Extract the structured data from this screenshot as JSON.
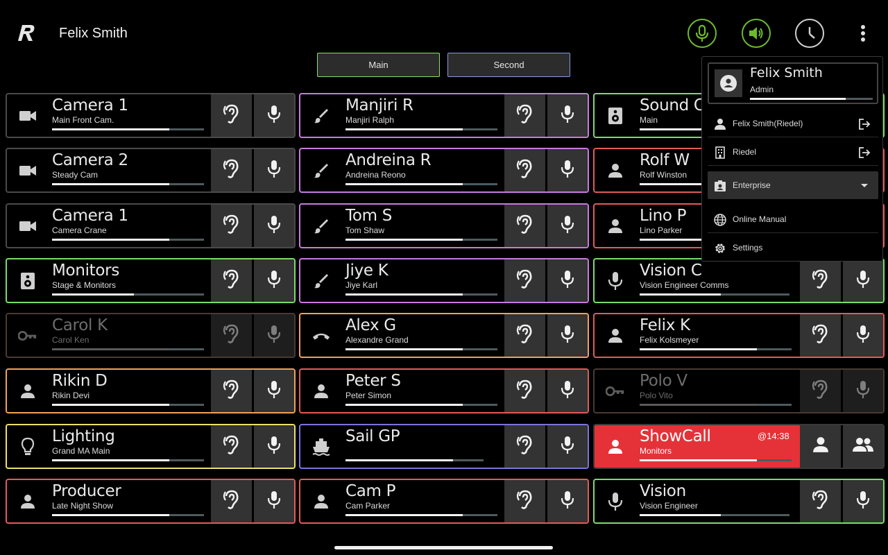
{
  "header": {
    "user_name": "Felix Smith",
    "icons": [
      "riedel-logo-icon",
      "microphone-icon",
      "speaker-icon",
      "clock-icon",
      "more-vert-icon"
    ]
  },
  "tabs": [
    {
      "label": "Main",
      "active": true
    },
    {
      "label": "Second",
      "active": false
    }
  ],
  "keys": [
    {
      "label": "Camera 1",
      "sub": "Main Front Cam.",
      "icon": "videocam-icon",
      "border": "#4a4a4a",
      "level": 0.77
    },
    {
      "label": "Camera 2",
      "sub": "Steady Cam",
      "icon": "videocam-icon",
      "border": "#4a4a4a",
      "level": 0.77
    },
    {
      "label": "Camera 1",
      "sub": "Camera Crane",
      "icon": "videocam-icon",
      "border": "#4a4a4a",
      "level": 0.77
    },
    {
      "label": "Monitors",
      "sub": "Stage & Monitors",
      "icon": "speaker-icon",
      "border": "#79dd6a",
      "level": 0.54
    },
    {
      "label": "Carol K",
      "sub": "Carol Ken",
      "icon": "key-icon",
      "border": "#4a3a34",
      "level": 0.77,
      "dim": true
    },
    {
      "label": "Rikin D",
      "sub": "Rikin Devi",
      "icon": "person-icon",
      "border": "#f0a25a",
      "level": 0.77
    },
    {
      "label": "Lighting",
      "sub": "Grand MA Main",
      "icon": "lightbulb-icon",
      "border": "#eee06a",
      "level": 0.77
    },
    {
      "label": "Producer",
      "sub": "Late Night Show",
      "icon": "person-icon",
      "border": "#e35a5a",
      "level": 0.77
    },
    {
      "label": "Manjiri R",
      "sub": "Manjiri Ralph",
      "icon": "brush-icon",
      "border": "#c97ae0",
      "level": 0.77
    },
    {
      "label": "Andreina R",
      "sub": "Andreina Reono",
      "icon": "brush-icon",
      "border": "#c97ae0",
      "level": 0.77
    },
    {
      "label": "Tom S",
      "sub": "Tom Shaw",
      "icon": "brush-icon",
      "border": "#c97ae0",
      "level": 0.77
    },
    {
      "label": "Jiye K",
      "sub": "Jiye Karl",
      "icon": "brush-icon",
      "border": "#c97ae0",
      "level": 0.77
    },
    {
      "label": "Alex G",
      "sub": "Alexandre Grand",
      "icon": "phone-icon",
      "border": "#f0a25a",
      "level": 0.77
    },
    {
      "label": "Peter S",
      "sub": "Peter Simon",
      "icon": "person-icon",
      "border": "#e35a5a",
      "level": 0.77
    },
    {
      "label": "Sail GP",
      "sub": "",
      "icon": "boat-icon",
      "border": "#7b74e0",
      "level": 0.78
    },
    {
      "label": "Cam P",
      "sub": "Cam Parker",
      "icon": "person-icon",
      "border": "#e35a5a",
      "level": 0.77
    },
    {
      "label": "Sound Cr",
      "sub": "Main",
      "icon": "speaker-icon",
      "border": "#79dd6a",
      "level": 0.77
    },
    {
      "label": "Rolf W",
      "sub": "Rolf Winston",
      "icon": "person-icon",
      "border": "#e35a5a",
      "level": 0.77
    },
    {
      "label": "Lino P",
      "sub": "Lino Parker",
      "icon": "person-icon",
      "border": "#e35a5a",
      "level": 0.77
    },
    {
      "label": "Vision C",
      "sub": "Vision Engineer Comms",
      "icon": "microphone-icon",
      "border": "#79dd6a",
      "level": 0.54
    },
    {
      "label": "Felix K",
      "sub": "Felix Kolsmeyer",
      "icon": "person-icon",
      "border": "#e35a5a",
      "level": 0.77
    },
    {
      "label": "Polo V",
      "sub": "Polo Vito",
      "icon": "key-icon",
      "border": "#4a3a34",
      "level": 0.77,
      "dim": true
    },
    {
      "label": "ShowCall",
      "sub": "Monitors",
      "icon": "person-icon",
      "border": "#3a3a3a",
      "level": 0.77,
      "time": "@14:38"
    },
    {
      "label": "Vision",
      "sub": "Vision Engineer",
      "icon": "microphone-icon",
      "border": "#79dd6a",
      "level": 0.54
    }
  ],
  "menu": {
    "profile_name": "Felix Smith",
    "profile_role": "Admin",
    "items": [
      {
        "label": "Felix Smith(Riedel)",
        "icon": "person-icon",
        "action": "logout-icon"
      },
      {
        "label": "Riedel",
        "icon": "building-icon",
        "action": "logout-icon"
      },
      {
        "label": "Enterprise",
        "icon": "badge-icon",
        "action": "dropdown-icon"
      },
      {
        "label": "Online Manual",
        "icon": "globe-icon",
        "action": ""
      },
      {
        "label": "Settings",
        "icon": "gear-icon",
        "action": ""
      }
    ]
  },
  "colors": {
    "accent_green": "#6dbb2c",
    "alert_red": "#e53238",
    "control_grey": "#333333"
  }
}
